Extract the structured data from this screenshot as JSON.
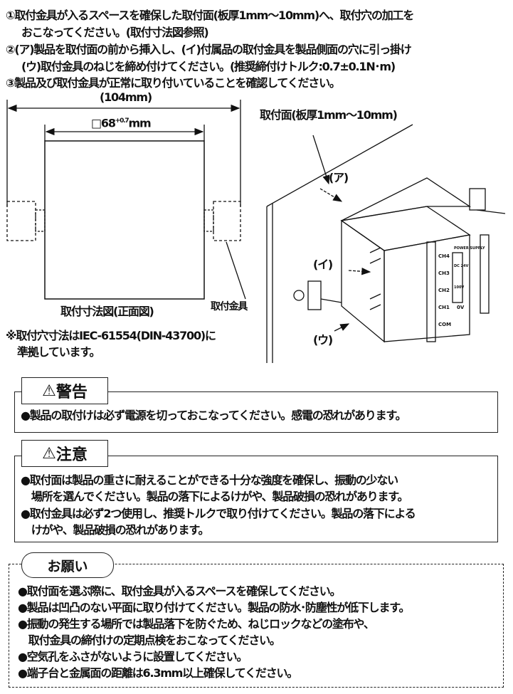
{
  "steps": [
    "①取付金具が入るスペースを確保した取付面(板厚1mm～10mm)へ、取付穴の加工を",
    "おこなってください。(取付寸法図参照)",
    "②(ア)製品を取付面の前から挿入し、(イ)付属品の取付金具を製品側面の穴に引っ掛け",
    "(ウ)取付金具のねじを締め付けてください。(推奨締付けトルク:0.7±0.1N･m)",
    "③製品及び取付金具が正常に取り付いていることを確認してください。"
  ],
  "dimension": {
    "overall": "(104mm)",
    "cutout": "□68",
    "tolerance": "+0.7",
    "unit": "mm",
    "caption": "取付寸法図(正面図)",
    "bracket_label": "取付金具"
  },
  "note": [
    "※取付穴寸法はIEC-61554(DIN-43700)に",
    "準拠しています。"
  ],
  "illustration": {
    "panel_label": "取付面(板厚1mm～10mm)",
    "a": "(ア)",
    "i": "(イ)",
    "u": "(ウ)",
    "terminals": [
      "CH4",
      "CH3",
      "CH2",
      "CH1",
      "COM"
    ],
    "marks": [
      "POWER SUPPLY",
      "DC 24V",
      "100V",
      "0V"
    ]
  },
  "warning": {
    "icon": "⚠",
    "title": "警告",
    "items": [
      "●製品の取付けは必ず電源を切っておこなってください。感電の恐れがあります。"
    ]
  },
  "caution": {
    "icon": "⚠",
    "title": "注意",
    "items": [
      "●取付面は製品の重さに耐えることができる十分な強度を確保し、振動の少ない",
      "　場所を選んでください。製品の落下によるけがや、製品破損の恐れがあります。",
      "●取付金具は必ず2つ使用し、推奨トルクで取り付けてください。製品の落下による",
      "　けがや、製品破損の恐れがあります。"
    ]
  },
  "request": {
    "title": "お願い",
    "items": [
      "●取付面を選ぶ際に、取付金具が入るスペースを確保してください。",
      "●製品は凹凸のない平面に取り付けてください。製品の防水･防塵性が低下します。",
      "●振動の発生する場所では製品落下を防ぐため、ねじロックなどの塗布や、",
      "　取付金具の締付けの定期点検をおこなってください。",
      "●空気孔をふさがないように設置してください。",
      "●端子台と金属面の距離は6.3mm以上確保してください。"
    ]
  }
}
